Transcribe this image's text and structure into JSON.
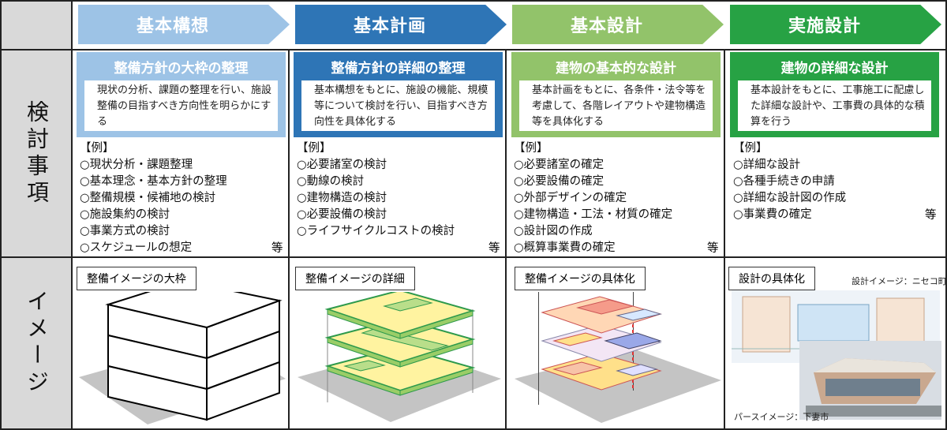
{
  "phases": [
    {
      "label": "基本構想",
      "color": "#9dc3e6"
    },
    {
      "label": "基本計画",
      "color": "#2e75b6"
    },
    {
      "label": "基本設計",
      "color": "#92c36a"
    },
    {
      "label": "実施設計",
      "color": "#27a244"
    }
  ],
  "rows": {
    "study": "検討事項",
    "image": "イメージ"
  },
  "topics": [
    {
      "title": "整備方針の大枠の整理",
      "desc": "現状の分析、課題の整理を行い、施設整備の目指すべき方向性を明らかにする"
    },
    {
      "title": "整備方針の詳細の整理",
      "desc": "基本構想をもとに、施設の機能、規模等について検討を行い、目指すべき方向性を具体化する"
    },
    {
      "title": "建物の基本的な設計",
      "desc": "基本計画をもとに、各条件・法令等を考慮して、各階レイアウトや建物構造等を具体化する"
    },
    {
      "title": "建物の詳細な設計",
      "desc": "基本設計をもとに、工事施工に配慮した詳細な設計や、工事費の具体的な積算を行う"
    }
  ],
  "example_head": "【例】",
  "etc": "等",
  "examples": [
    [
      "○現状分析・課題整理",
      "○基本理念・基本方針の整理",
      "○整備規模・候補地の検討",
      "○施設集約の検討",
      "○事業方式の検討",
      "○スケジュールの想定"
    ],
    [
      "○必要諸室の検討",
      "○動線の検討",
      "○建物構造の検討",
      "○必要設備の検討",
      "○ライフサイクルコストの検討"
    ],
    [
      "○必要諸室の確定",
      "○必要設備の確定",
      "○外部デザインの確定",
      "○建物構造・工法・材質の確定",
      "○設計図の作成",
      "○概算事業費の確定"
    ],
    [
      "○詳細な設計",
      "○各種手続きの申請",
      "○詳細な設計図の作成",
      "○事業費の確定"
    ]
  ],
  "image_labels": [
    "整備イメージの大枠",
    "整備イメージの詳細",
    "整備イメージの具体化",
    "設計の具体化"
  ],
  "captions": {
    "design_image": "設計イメージ：ニセコ町",
    "perspective_image": "パースイメージ：下妻市"
  }
}
